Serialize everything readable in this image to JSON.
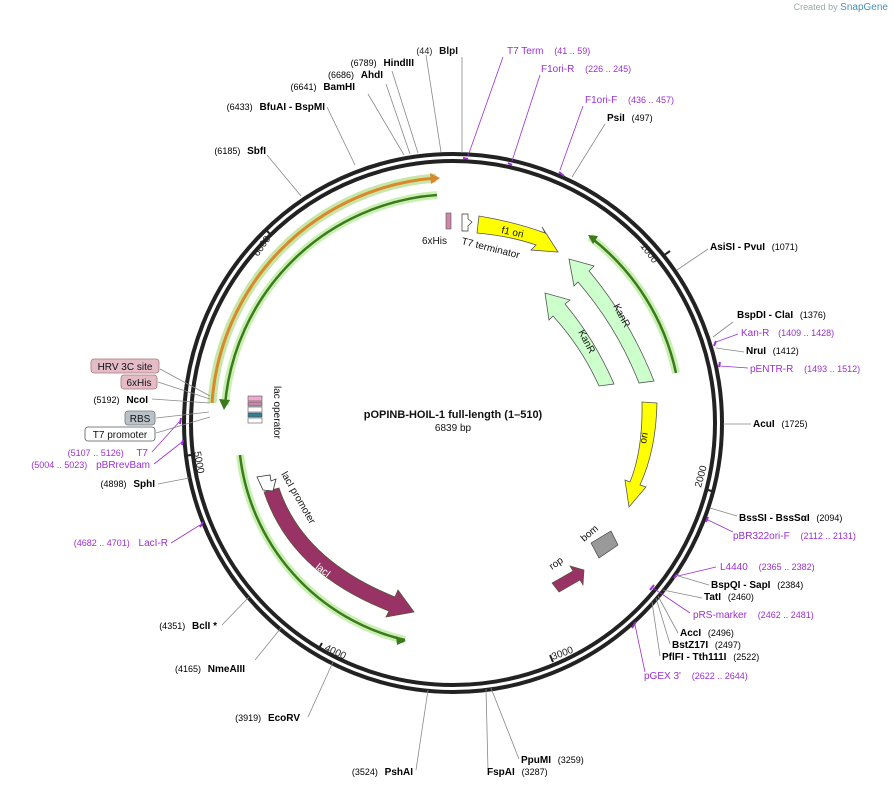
{
  "branding": {
    "created_by": "Created by",
    "product": "SnapGene"
  },
  "title": "pOPINB-HOIL-1 full-length (1–510)",
  "length_label": "6839 bp",
  "colors": {
    "backbone": "#222222",
    "primer": "#9b30d0",
    "feature_text": "#222222",
    "site_number": "#222222",
    "f1_ori": "#ffff00",
    "ori": "#ffff00",
    "kanr": "#ccffcc",
    "laci": "#993366",
    "rop": "#993366",
    "bom": "#999999",
    "orf_green": "#4a8a2a",
    "orf_orange": "#e0a030"
  },
  "ticks": [
    {
      "label": "1000"
    },
    {
      "label": "2000"
    },
    {
      "label": "3000"
    },
    {
      "label": "4000"
    },
    {
      "label": "5000"
    },
    {
      "label": "6000"
    }
  ],
  "sites": [
    {
      "num": "(44)",
      "name": "BlpI"
    },
    {
      "num": "(6789)",
      "name": "HindIII"
    },
    {
      "num": "(6686)",
      "name": "AhdI"
    },
    {
      "num": "(6641)",
      "name": "BamHI"
    },
    {
      "num": "(6433)",
      "name": "BfuAI  - BspMI"
    },
    {
      "num": "(6185)",
      "name": "SbfI"
    },
    {
      "num": "(497)",
      "name": "PsiI"
    },
    {
      "num": "(1071)",
      "name": "AsiSI  - PvuI"
    },
    {
      "num": "(1376)",
      "name": "BspDI  - ClaI"
    },
    {
      "num": "(1412)",
      "name": "NruI"
    },
    {
      "num": "(1725)",
      "name": "AcuI"
    },
    {
      "num": "(2094)",
      "name": "BssSI  - BssSαI"
    },
    {
      "num": "(2384)",
      "name": "BspQI  - SapI"
    },
    {
      "num": "(2460)",
      "name": "TatI"
    },
    {
      "num": "(2496)",
      "name": "AccI"
    },
    {
      "num": "(2497)",
      "name": "BstZ17I"
    },
    {
      "num": "(2522)",
      "name": "PflFI  - Tth111I"
    },
    {
      "num": "(3259)",
      "name": "PpuMI"
    },
    {
      "num": "(3287)",
      "name": "FspAI"
    },
    {
      "num": "(3524)",
      "name": "PshAI"
    },
    {
      "num": "(3919)",
      "name": "EcoRV"
    },
    {
      "num": "(4165)",
      "name": "NmeAIII"
    },
    {
      "num": "(4351)",
      "name": "BclI *"
    },
    {
      "num": "(4898)",
      "name": "SphI"
    },
    {
      "num": "(5192)",
      "name": "NcoI"
    }
  ],
  "primers": [
    {
      "name": "T7 Term",
      "range": "(41 .. 59)"
    },
    {
      "name": "F1ori-R",
      "range": "(226 .. 245)"
    },
    {
      "name": "F1ori-F",
      "range": "(436 .. 457)"
    },
    {
      "name": "Kan-R",
      "range": "(1409 .. 1428)"
    },
    {
      "name": "pENTR-R",
      "range": "(1493 .. 1512)"
    },
    {
      "name": "pBR322ori-F",
      "range": "(2112 .. 2131)"
    },
    {
      "name": "L4440",
      "range": "(2365 .. 2382)"
    },
    {
      "name": "pRS-marker",
      "range": "(2462 .. 2481)"
    },
    {
      "name": "pGEX 3'",
      "range": "(2622 .. 2644)"
    },
    {
      "name": "LacI-R",
      "range": "(4682 .. 4701)"
    },
    {
      "name": "T7",
      "range": "(5107 .. 5126)"
    },
    {
      "name": "pBRrevBam",
      "range": "(5004 .. 5023)"
    }
  ],
  "boxed_labels": [
    {
      "text": "HRV 3C site"
    },
    {
      "text": "6xHis"
    },
    {
      "text": "RBS"
    },
    {
      "text": "T7 promoter"
    }
  ],
  "features": {
    "f1_ori": "f1 ori",
    "ori": "ori",
    "kanr_outer": "KanR",
    "kanr_inner": "KanR",
    "laci": "lacI",
    "laci_promoter": "lacI promoter",
    "lac_operator": "lac operator",
    "rop": "rop",
    "bom": "bom",
    "his_tag": "6xHis",
    "t7_terminator": "T7 terminator"
  }
}
